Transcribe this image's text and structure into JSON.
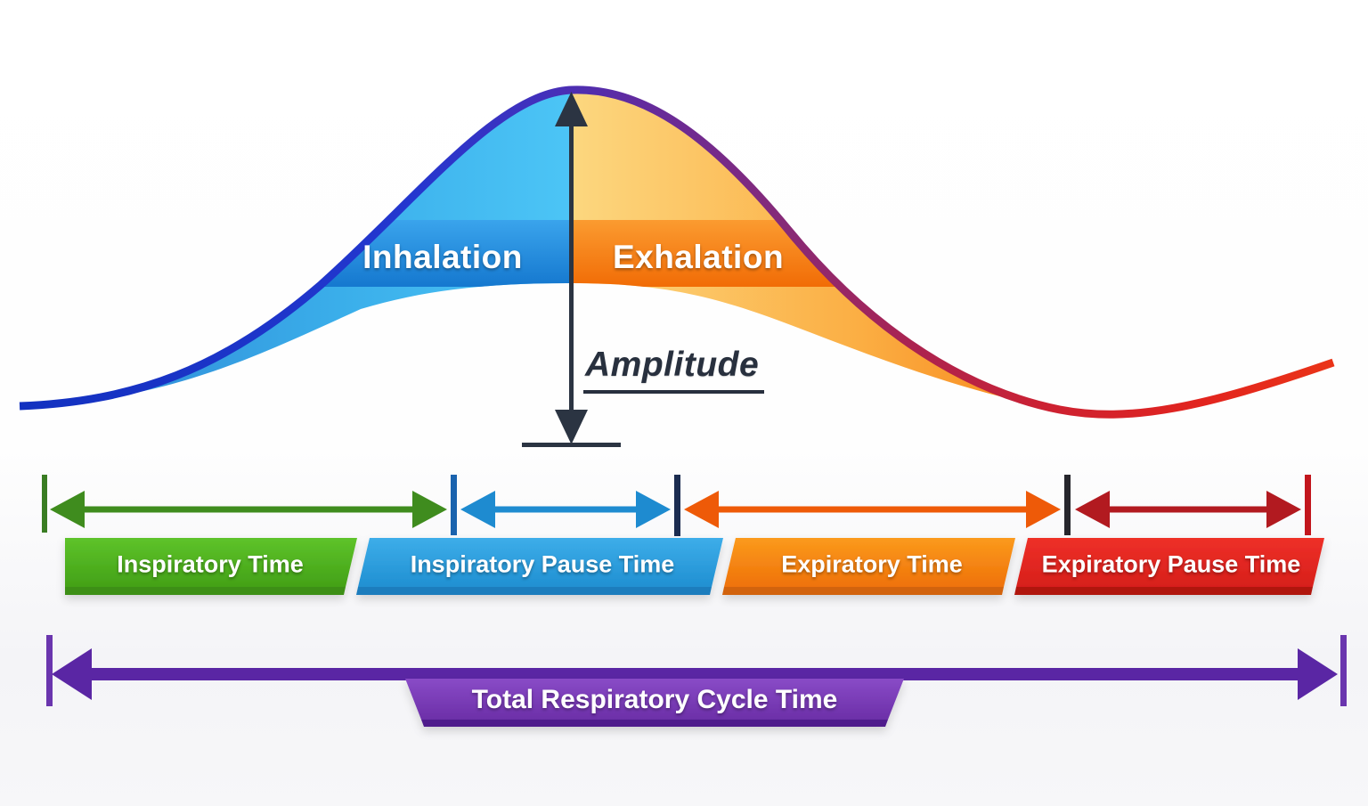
{
  "diagram": {
    "title_implicit": "Respiratory cycle waveform",
    "curve_labels": {
      "inhalation": "Inhalation",
      "exhalation": "Exhalation"
    },
    "amplitude_label": "Amplitude",
    "phase_bars": [
      {
        "label": "Inspiratory Time",
        "color": "#4fb31f",
        "arrow_color": "#3f8c1e",
        "tick_color": "#3a7d23"
      },
      {
        "label": "Inspiratory Pause Time",
        "color": "#2f9fe0",
        "arrow_color": "#1e8bd0",
        "tick_color": "#1a63ae"
      },
      {
        "label": "Expiratory Time",
        "color": "#f5830f",
        "arrow_color": "#ee5a08",
        "tick_color": "#1b2c50"
      },
      {
        "label": "Expiratory Pause Time",
        "color": "#e22620",
        "arrow_color": "#b21a20",
        "tick_color": "#26262c"
      }
    ],
    "expiratory_end_tick_color": "#c2161d",
    "total_cycle": {
      "label": "Total Respiratory Cycle Time",
      "arrow_color": "#5a26a4",
      "tick_color": "#6a35ae",
      "banner_color": "#7b3cbc"
    },
    "colors": {
      "curve_left": "#1535c8",
      "curve_peak": "#5e2ba2",
      "curve_right": "#e8251c",
      "fill_blue": "#4cc5f6",
      "fill_amber": "#fcd77f",
      "band_blue": "#1f8fe2",
      "band_orange": "#f87d14",
      "amplitude_arrow": "#2b3442"
    }
  }
}
